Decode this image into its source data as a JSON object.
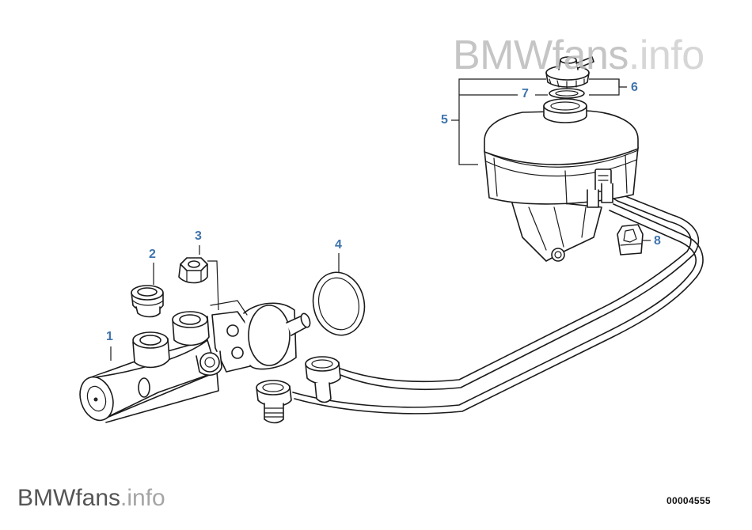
{
  "watermark": {
    "top_main": "BMWfans",
    "top_suffix": ".info",
    "bottom_main": "BMWfans",
    "bottom_suffix": ".info"
  },
  "diagram_id": "00004555",
  "callouts": [
    {
      "id": "1",
      "label": "1"
    },
    {
      "id": "2",
      "label": "2"
    },
    {
      "id": "3",
      "label": "3"
    },
    {
      "id": "4",
      "label": "4"
    },
    {
      "id": "5",
      "label": "5"
    },
    {
      "id": "6",
      "label": "6"
    },
    {
      "id": "7",
      "label": "7"
    },
    {
      "id": "8",
      "label": "8"
    }
  ],
  "colors": {
    "callout": "#3f73ac",
    "line": "#1b1b1b",
    "watermark": "#bcbcbc"
  }
}
